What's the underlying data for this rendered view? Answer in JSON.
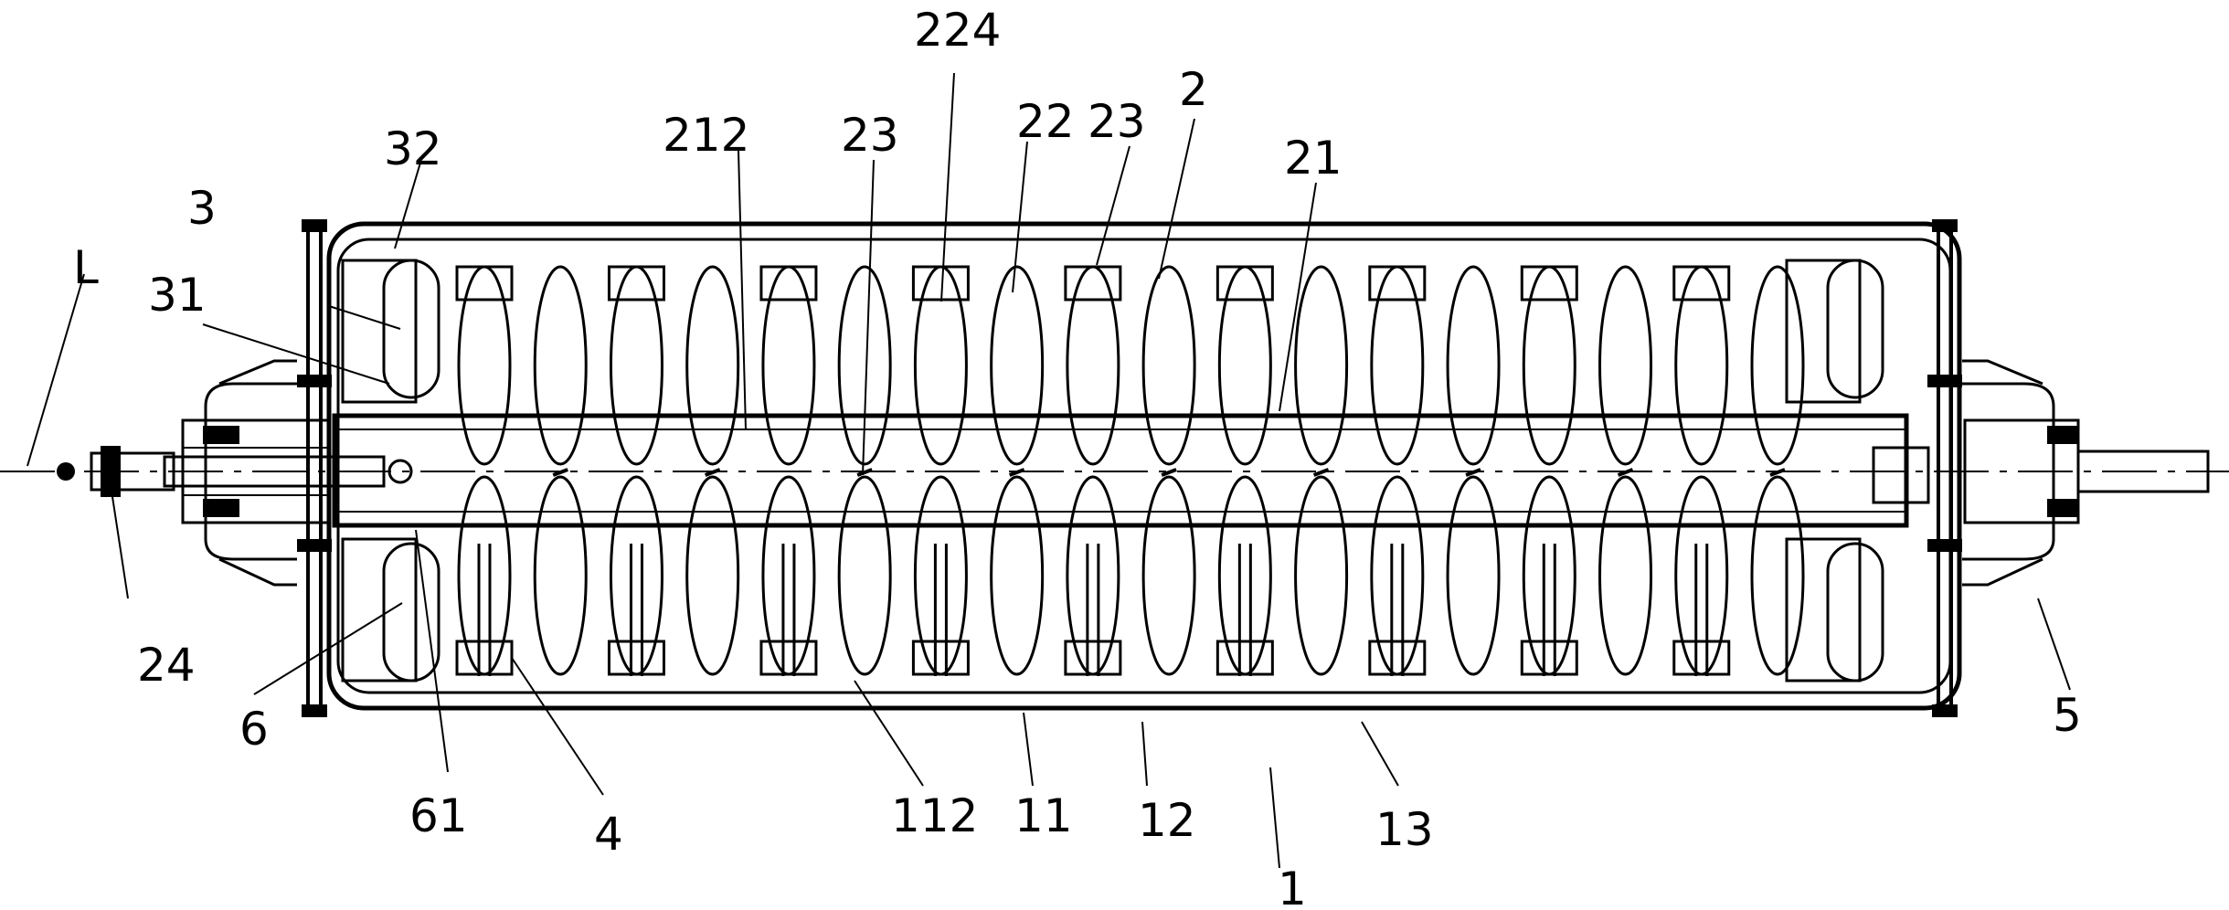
{
  "labels": {
    "L": "L",
    "n1": "1",
    "n2": "2",
    "n3": "3",
    "n4": "4",
    "n5": "5",
    "n6": "6",
    "n11": "11",
    "n12": "12",
    "n13": "13",
    "n21": "21",
    "n22": "22",
    "n23a": "23",
    "n23b": "23",
    "n24": "24",
    "n31": "31",
    "n32": "32",
    "n61": "61",
    "n112": "112",
    "n212": "212",
    "n224": "224"
  }
}
